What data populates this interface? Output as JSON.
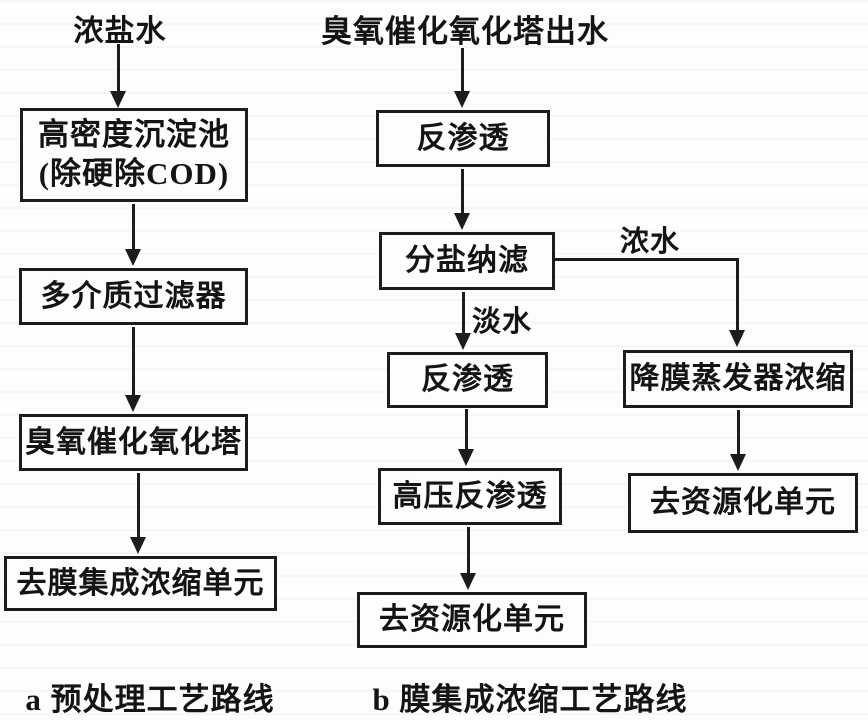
{
  "diagram": {
    "background_color": "#fdfdfd",
    "line_color": "#1c1c1c",
    "text_color": "#141414",
    "left": {
      "source_label": "浓盐水",
      "boxes": [
        {
          "line1": "高密度沉淀池",
          "line2": "(除硬除COD)"
        },
        {
          "line1": "多介质过滤器"
        },
        {
          "line1": "臭氧催化氧化塔"
        },
        {
          "line1": "去膜集成浓缩单元"
        }
      ],
      "caption": "a 预处理工艺路线"
    },
    "middle": {
      "source_label": "臭氧催化氧化塔出水",
      "boxes": [
        {
          "line1": "反渗透"
        },
        {
          "line1": "分盐纳滤"
        },
        {
          "line1": "反渗透"
        },
        {
          "line1": "高压反渗透"
        },
        {
          "line1": "去资源化单元"
        }
      ],
      "permeate_label": "淡水",
      "concentrate_label": "浓水",
      "caption": "b 膜集成浓缩工艺路线"
    },
    "right": {
      "boxes": [
        {
          "line1": "降膜蒸发器浓缩"
        },
        {
          "line1": "去资源化单元"
        }
      ]
    }
  }
}
